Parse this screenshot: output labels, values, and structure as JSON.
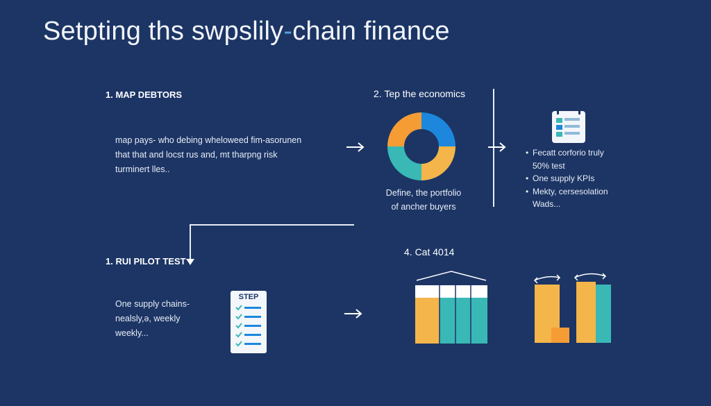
{
  "title": {
    "before": "Setpting ths swpslily",
    "hyphen": "-",
    "after": "chain finance"
  },
  "step1": {
    "heading": "1. MAP DEBTORS",
    "lines": [
      "map pays- who debing wheloweed fim-asorunen",
      "that that and locst rus and, mt tharpng risk",
      "turminert lles.."
    ]
  },
  "step2": {
    "heading": "2. Tep the economics",
    "caption": [
      "Define, the portfolio",
      "of ancher buyers"
    ],
    "donut": [
      {
        "name": "blue",
        "color": "#1c87dd",
        "value": 25
      },
      {
        "name": "yellow",
        "color": "#f4b54b",
        "value": 25
      },
      {
        "name": "teal",
        "color": "#39b8b5",
        "value": 25
      },
      {
        "name": "orange",
        "color": "#f59c35",
        "value": 25
      }
    ]
  },
  "step3": {
    "icon": "calendar-icon",
    "bullets": [
      {
        "bullet": "•",
        "text": "Fecatt corforio truly"
      },
      {
        "bullet": "",
        "text": "50% test"
      },
      {
        "bullet": "•",
        "text": "One supply KPIs"
      },
      {
        "bullet": "•",
        "text": "Mekty, cersesolation"
      },
      {
        "bullet": "",
        "text": "Wads..."
      }
    ]
  },
  "step4": {
    "heading": "1. RUI PILOT TEST",
    "lines": [
      "One supply chains-",
      "nealsly,ə, weekly",
      "weekly..."
    ],
    "icon_label": "STEP",
    "icon": "checklist-icon"
  },
  "step5": {
    "heading": "4. Cat 4014",
    "icon": "bar-table-icon",
    "icon2": "bar-chart-icon"
  },
  "colors": {
    "background": "#1c3565",
    "yellow": "#f4b54b",
    "teal": "#39b8b5",
    "orange": "#f59c35",
    "blue": "#1c87dd"
  }
}
